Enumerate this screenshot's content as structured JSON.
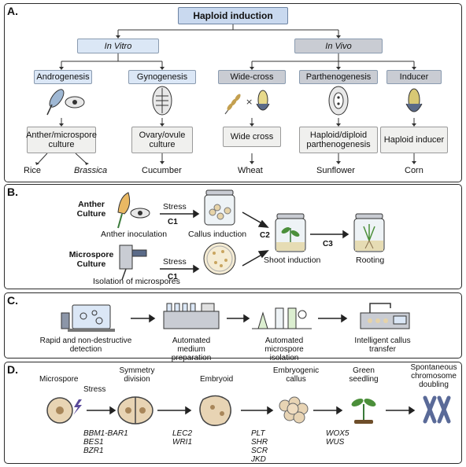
{
  "panelA": {
    "label": "A.",
    "root": "Haploid induction",
    "in_vitro": "In Vitro",
    "in_vivo": "In Vivo",
    "methods": [
      "Androgenesis",
      "Gynogenesis",
      "Wide-cross",
      "Parthenogenesis",
      "Inducer"
    ],
    "cultures": [
      "Anther/microspore culture",
      "Ovary/ovule culture",
      "Wide cross",
      "Haploid/diploid parthenogenesis",
      "Haploid inducer"
    ],
    "crops": [
      "Rice",
      "Brassica",
      "Cucumber",
      "Wheat",
      "Sunflower",
      "Corn"
    ]
  },
  "panelB": {
    "label": "B.",
    "anther_title": "Anther Culture",
    "microspore_title": "Microspore Culture",
    "stress1": "Stress",
    "c1a": "C1",
    "stress2": "Stress",
    "c1b": "C1",
    "c2": "C2",
    "c3": "C3",
    "anther_inoculation": "Anther inoculation",
    "callus_induction": "Callus induction",
    "isolation": "Isolation of microspores",
    "shoot_induction": "Shoot induction",
    "rooting": "Rooting"
  },
  "panelC": {
    "label": "C.",
    "steps": [
      "Rapid and non-destructive detection",
      "Automated medium preparation",
      "Automated microspore isolation",
      "Intelligent callus transfer"
    ]
  },
  "panelD": {
    "label": "D.",
    "stages": [
      "Microspore",
      "Symmetry division",
      "Embryoid",
      "Embryogenic callus",
      "Green seedling",
      "Spontaneous chromosome doubling"
    ],
    "stress": "Stress",
    "genes1": [
      "BBM1-BAR1",
      "BES1",
      "BZR1"
    ],
    "genes2": [
      "LEC2",
      "WRI1"
    ],
    "genes3": [
      "PLT",
      "SHR",
      "SCR",
      "JKD"
    ],
    "genes4": [
      "WOX5",
      "WUS"
    ]
  }
}
